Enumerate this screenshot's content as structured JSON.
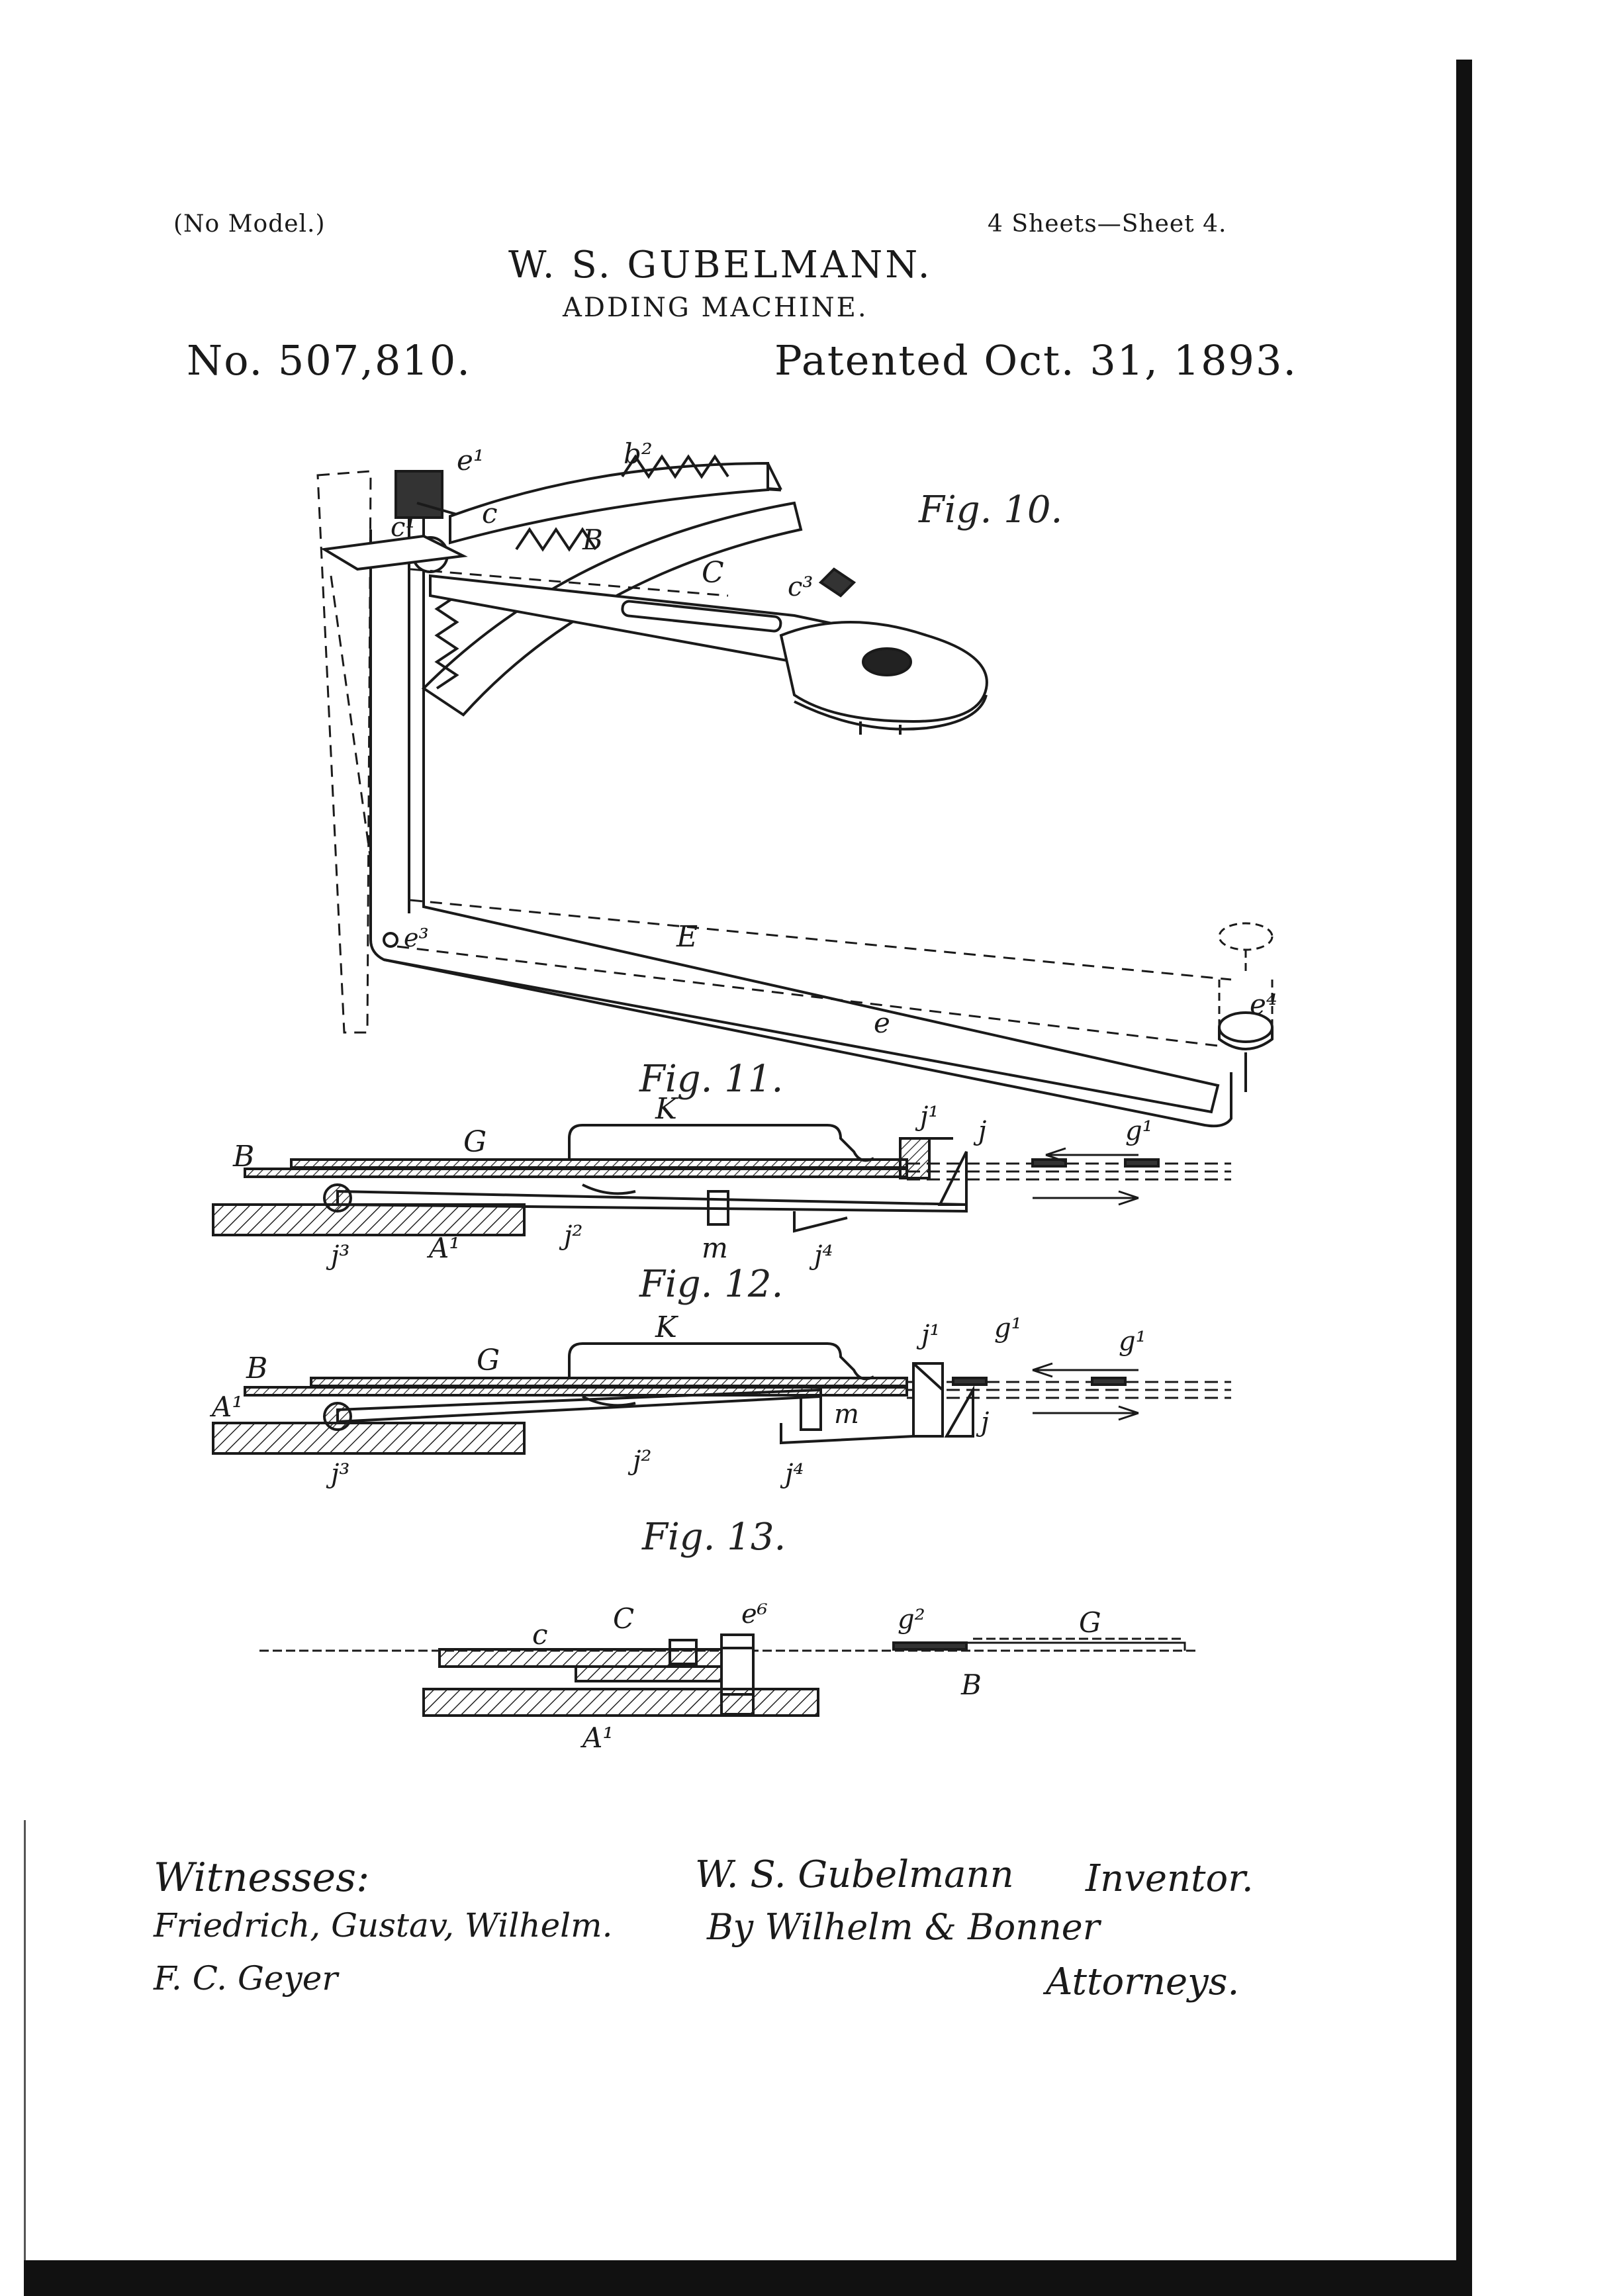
{
  "header": {
    "model": "(No Model.)",
    "sheets": "4 Sheets—Sheet 4.",
    "inventor_name": "W. S. GUBELMANN.",
    "title": "ADDING MACHINE.",
    "patent_number": "No. 507,810.",
    "patent_date": "Patented Oct. 31, 1893."
  },
  "figures": {
    "fig10": "Fig. 10.",
    "fig11": "Fig. 11.",
    "fig12": "Fig. 12.",
    "fig13": "Fig. 13."
  },
  "reference_letters": {
    "fig10": [
      "e¹",
      "b²",
      "c",
      "c¹",
      "B",
      "C",
      "c³",
      "e³",
      "E",
      "e",
      "e⁴"
    ],
    "fig11": [
      "B",
      "G",
      "K",
      "j¹",
      "j",
      "g¹",
      "j³",
      "A¹",
      "j²",
      "m",
      "j⁴"
    ],
    "fig12": [
      "B",
      "G",
      "K",
      "j¹",
      "g¹",
      "g¹",
      "A¹",
      "m",
      "j",
      "j³",
      "j²",
      "j⁴"
    ],
    "fig13": [
      "c",
      "C",
      "e⁶",
      "g²",
      "G",
      "B",
      "A¹"
    ]
  },
  "signatures": {
    "witnesses_label": "Witnesses:",
    "witness_1": "Friedrich, Gustav, Wilhelm.",
    "witness_2": "F. C. Geyer",
    "inventor_signature": "W. S. Gubelmann",
    "inventor_label": "Inventor.",
    "by_line": "By Wilhelm & Bonner",
    "attorneys_label": "Attorneys."
  }
}
